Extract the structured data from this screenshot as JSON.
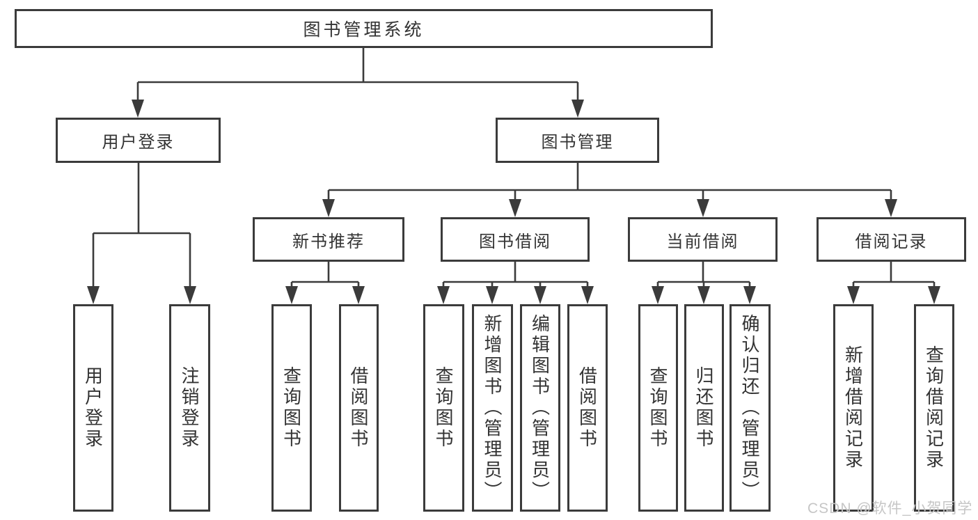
{
  "diagram_type": "hierarchy-tree",
  "nodes": {
    "root": {
      "label": "图书管理系统",
      "children": [
        "user_login",
        "book_mgmt"
      ]
    },
    "user_login": {
      "label": "用户登录",
      "children": [
        "ul_user_login",
        "ul_logout"
      ]
    },
    "book_mgmt": {
      "label": "图书管理",
      "children": [
        "new_book_rec",
        "book_borrow",
        "current_borrow",
        "borrow_records"
      ]
    },
    "new_book_rec": {
      "label": "新书推荐",
      "children": [
        "nb_query_books",
        "nb_borrow_books"
      ]
    },
    "book_borrow": {
      "label": "图书借阅",
      "children": [
        "bb_query_books",
        "bb_add_books",
        "bb_edit_books",
        "bb_borrow_books"
      ]
    },
    "current_borrow": {
      "label": "当前借阅",
      "children": [
        "cb_query_books",
        "cb_return_books",
        "cb_confirm_return"
      ]
    },
    "borrow_records": {
      "label": "借阅记录",
      "children": [
        "br_add_record",
        "br_query_record"
      ]
    },
    "ul_user_login": {
      "label": "用户登录"
    },
    "ul_logout": {
      "label": "注销登录"
    },
    "nb_query_books": {
      "label": "查询图书"
    },
    "nb_borrow_books": {
      "label": "借阅图书"
    },
    "bb_query_books": {
      "label": "查询图书"
    },
    "bb_add_books": {
      "label": "新增图书（管理员）"
    },
    "bb_edit_books": {
      "label": "编辑图书（管理员）"
    },
    "bb_borrow_books": {
      "label": "借阅图书"
    },
    "cb_query_books": {
      "label": "查询图书"
    },
    "cb_return_books": {
      "label": "归还图书"
    },
    "cb_confirm_return": {
      "label": "确认归还（管理员）"
    },
    "br_add_record": {
      "label": "新增借阅记录"
    },
    "br_query_record": {
      "label": "查询借阅记录"
    }
  },
  "watermark": {
    "text": "CSDN @软件_小贺同学"
  },
  "colors": {
    "line": "#3b3b3b",
    "text": "#333333",
    "background": "#ffffff",
    "watermark": "#c6c6c6"
  }
}
